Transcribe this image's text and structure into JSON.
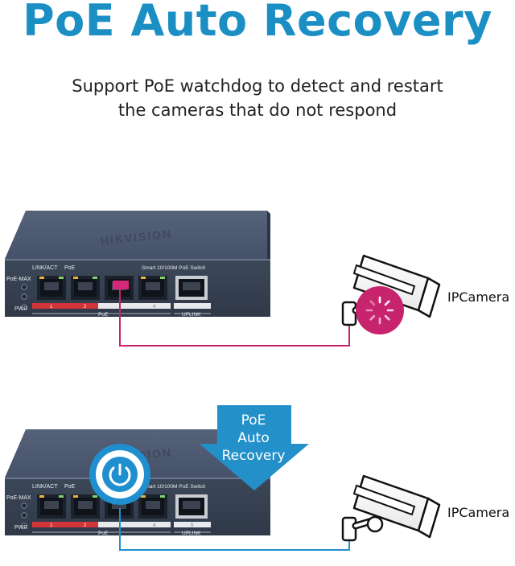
{
  "header": {
    "title": "PoE Auto Recovery",
    "subtitle_line1": "Support PoE watchdog to detect and restart",
    "subtitle_line2": "the cameras that do not respond"
  },
  "switch": {
    "brand": "HIKVISION",
    "model_label": "Smart 10/100M PoE Switch",
    "link_act_label": "LINK/ACT",
    "poe_label": "PoE",
    "poe_max_label": "PoE-MAX",
    "pwr_label": "PWR",
    "port1": "1",
    "port2": "2",
    "port4": "4",
    "port5": "5",
    "poe_strip_label": "PoE",
    "uplink_label": "UPLINK"
  },
  "cameras": {
    "top_label": "IPCamera",
    "bottom_label": "IPCamera"
  },
  "recovery": {
    "line1": "PoE",
    "line2": "Auto",
    "line3": "Recovery"
  },
  "colors": {
    "title_blue": "#1b8fc4",
    "arrow_blue": "#2390c9",
    "failure_magenta": "#c8246d",
    "cable_blue": "#1f8fcf",
    "switch_body": "#3e4a5e"
  },
  "icons": {
    "loading": "loading-spinner-icon",
    "power": "power-icon"
  }
}
